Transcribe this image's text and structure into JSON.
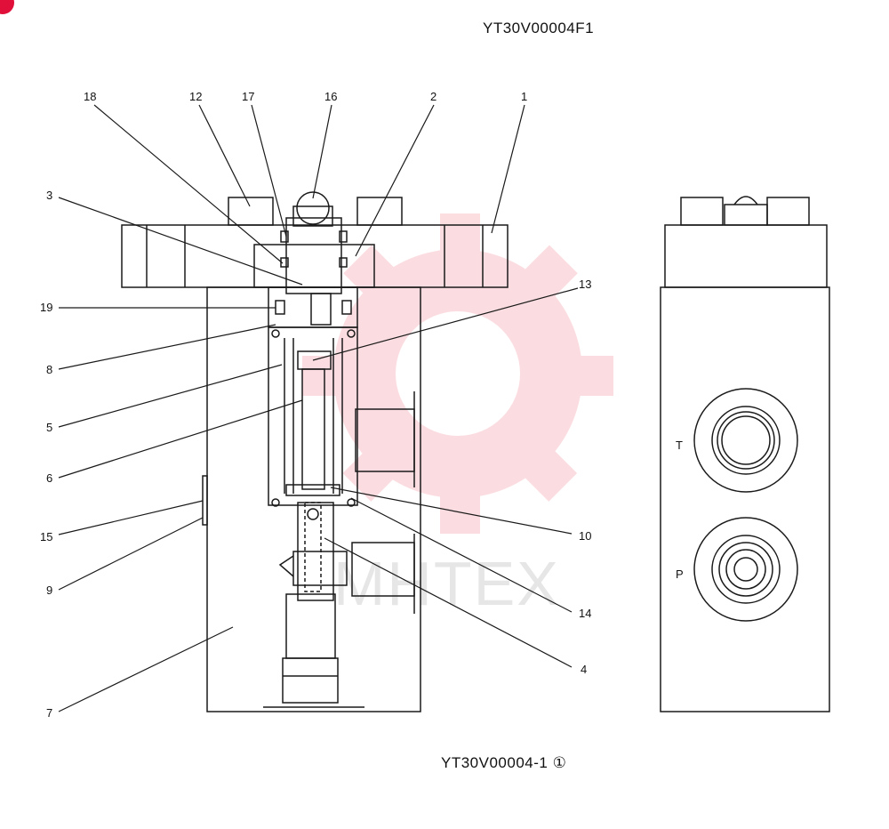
{
  "drawing": {
    "title_top": "YT30V00004F1",
    "title_bottom": "YT30V00004-1 ①",
    "part_labels": [
      "18",
      "12",
      "17",
      "16",
      "2",
      "1",
      "3",
      "13",
      "19",
      "8",
      "5",
      "6",
      "10",
      "15",
      "9",
      "14",
      "4",
      "7"
    ],
    "port_labels": [
      "T",
      "P"
    ],
    "watermark_text": "MHTEX",
    "colors": {
      "line": "#1a1a1a",
      "watermark": "#f6b3bb",
      "badge": "#e0103a"
    }
  }
}
